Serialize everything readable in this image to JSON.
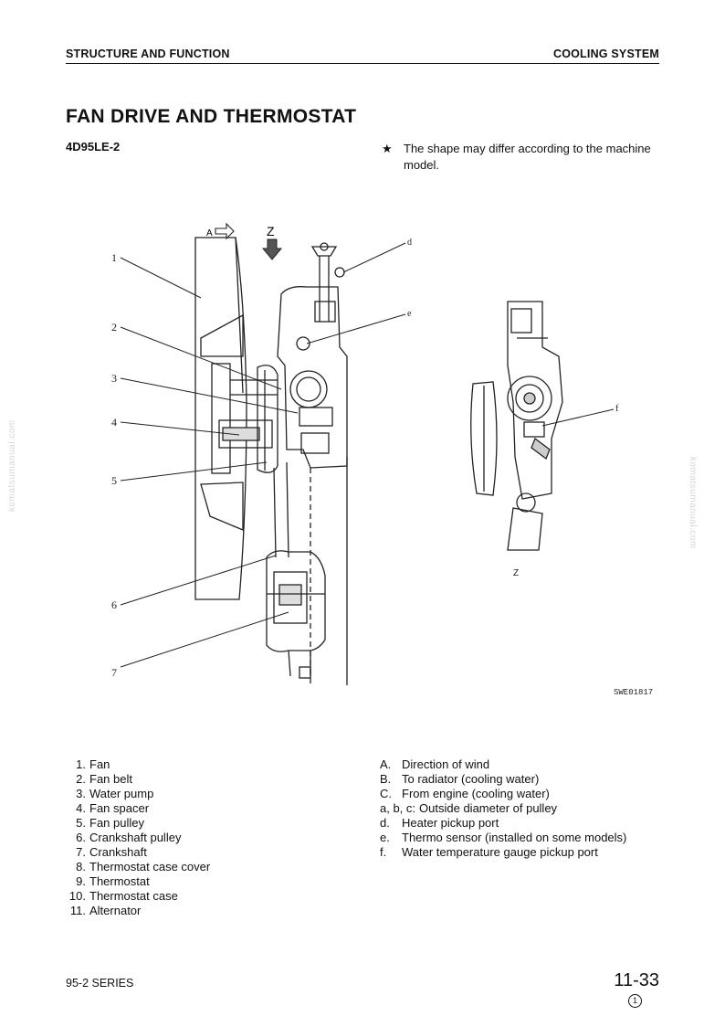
{
  "header": {
    "left": "STRUCTURE AND FUNCTION",
    "right": "COOLING SYSTEM"
  },
  "title": "FAN DRIVE AND THERMOSTAT",
  "model": "4D95LE-2",
  "note": {
    "symbol": "★",
    "text": "The shape may differ according to the machine model."
  },
  "figure": {
    "callouts_left": [
      "1",
      "2",
      "3",
      "4",
      "5",
      "6",
      "7"
    ],
    "callouts_right": [
      "d",
      "e",
      "f"
    ],
    "arrow_a": "A",
    "arrow_z": "Z",
    "view_label": "Z",
    "code": "SWE01817"
  },
  "parts": [
    {
      "no": "1.",
      "name": "Fan"
    },
    {
      "no": "2.",
      "name": "Fan belt"
    },
    {
      "no": "3.",
      "name": "Water pump"
    },
    {
      "no": "4.",
      "name": "Fan spacer"
    },
    {
      "no": "5.",
      "name": "Fan pulley"
    },
    {
      "no": "6.",
      "name": "Crankshaft pulley"
    },
    {
      "no": "7.",
      "name": "Crankshaft"
    },
    {
      "no": "8.",
      "name": "Thermostat case cover"
    },
    {
      "no": "9.",
      "name": "Thermostat"
    },
    {
      "no": "10.",
      "name": "Thermostat case"
    },
    {
      "no": "11.",
      "name": "Alternator"
    }
  ],
  "legend": [
    {
      "key": "A.",
      "text": "Direction of wind"
    },
    {
      "key": "B.",
      "text": "To radiator (cooling water)"
    },
    {
      "key": "C.",
      "text": "From engine (cooling water)"
    },
    {
      "key": "a, b, c:",
      "text": "Outside diameter of pulley"
    },
    {
      "key": "d.",
      "text": "Heater pickup port"
    },
    {
      "key": "e.",
      "text": "Thermo sensor (installed on some models)"
    },
    {
      "key": "f.",
      "text": "Water temperature gauge pickup port"
    }
  ],
  "footer": {
    "series": "95-2 SERIES",
    "page": "11-33",
    "revision": "1"
  },
  "watermark": "komatsumanual.com"
}
